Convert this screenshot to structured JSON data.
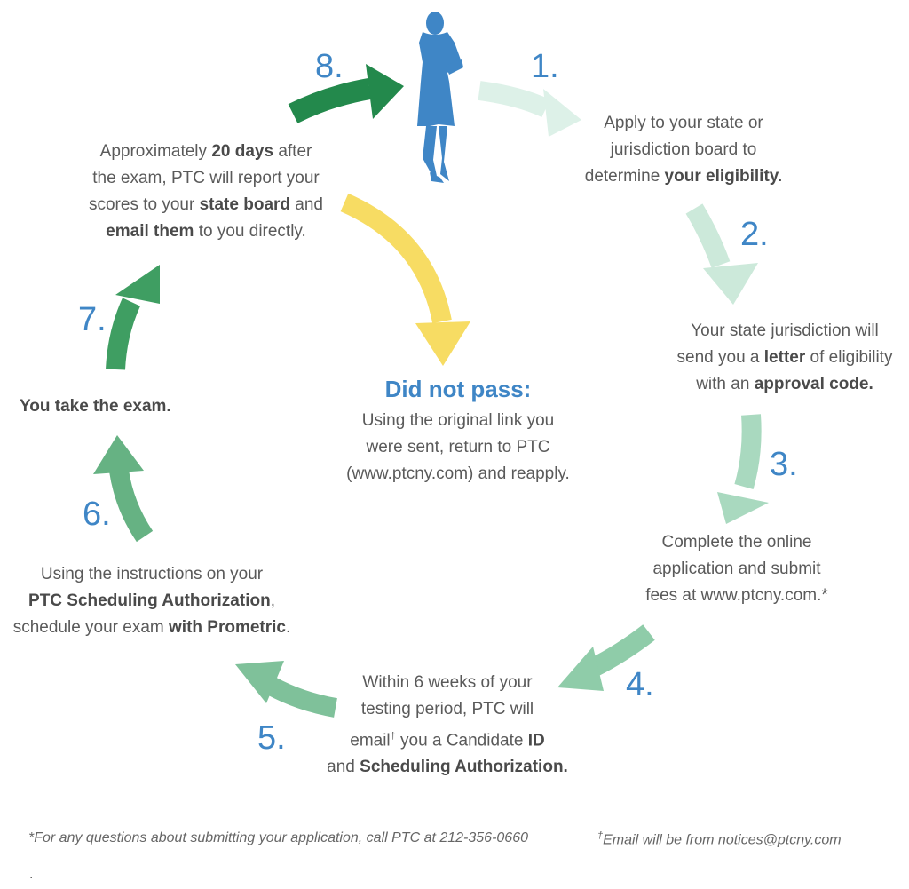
{
  "colors": {
    "accent": "#3f86c6",
    "arrow1": "#ddf1e8",
    "arrow2": "#cce9da",
    "arrow3": "#a9d9bf",
    "arrow4": "#8fcca9",
    "arrow5": "#7fc19a",
    "arrow6": "#66b283",
    "arrow7": "#3f9e62",
    "arrow8": "#23894c",
    "fail_arrow": "#f7dc63",
    "figure": "#3f86c6"
  },
  "icons": {
    "person": "businesswoman-silhouette-icon"
  },
  "steps": [
    {
      "num": "1.",
      "parts": [
        [
          "Apply to your state or",
          false
        ],
        [
          "\n",
          false
        ],
        [
          "jurisdiction board to",
          false
        ],
        [
          "\n",
          false
        ],
        [
          "determine ",
          false
        ],
        [
          "your eligibility.",
          true
        ]
      ]
    },
    {
      "num": "2.",
      "parts": [
        [
          "Your state jurisdiction will",
          false
        ],
        [
          "\n",
          false
        ],
        [
          "send you a ",
          false
        ],
        [
          "letter",
          true
        ],
        [
          " of eligibility",
          false
        ],
        [
          "\n",
          false
        ],
        [
          "with an ",
          false
        ],
        [
          "approval code.",
          true
        ]
      ]
    },
    {
      "num": "3.",
      "parts": [
        [
          "Complete the online",
          false
        ],
        [
          "\n",
          false
        ],
        [
          "application and submit",
          false
        ],
        [
          "\n",
          false
        ],
        [
          "fees at www.ptcny.com.*",
          false
        ]
      ]
    },
    {
      "num": "4.",
      "parts": [
        [
          "Within 6 weeks of your",
          false
        ],
        [
          "\n",
          false
        ],
        [
          "testing period, PTC will",
          false
        ],
        [
          "\n",
          false
        ],
        [
          "email",
          false
        ],
        [
          "†",
          "sup"
        ],
        [
          " you a Candidate ",
          false
        ],
        [
          "ID",
          true
        ],
        [
          "\n",
          false
        ],
        [
          "and ",
          false
        ],
        [
          "Scheduling Authorization.",
          true
        ]
      ]
    },
    {
      "num": "5.",
      "parts": []
    },
    {
      "num": "6.",
      "parts": [
        [
          "Using the instructions on your",
          false
        ],
        [
          "\n",
          false
        ],
        [
          "PTC Scheduling Authorization",
          true
        ],
        [
          ",",
          false
        ],
        [
          "\n",
          false
        ],
        [
          "schedule your exam ",
          false
        ],
        [
          "with Prometric",
          true
        ],
        [
          ".",
          false
        ]
      ]
    },
    {
      "num": "7.",
      "parts": [
        [
          "You take the exam.",
          true
        ]
      ]
    },
    {
      "num": "8.",
      "parts": [
        [
          "Approximately ",
          false
        ],
        [
          "20 days",
          true
        ],
        [
          " after",
          false
        ],
        [
          "\n",
          false
        ],
        [
          "the exam, PTC will report your",
          false
        ],
        [
          "\n",
          false
        ],
        [
          "scores to your ",
          false
        ],
        [
          "state board",
          true
        ],
        [
          " and",
          false
        ],
        [
          "\n",
          false
        ],
        [
          "email them",
          true
        ],
        [
          " to you directly.",
          false
        ]
      ]
    }
  ],
  "fail": {
    "title": "Did not pass:",
    "lines": [
      "Using the original link you",
      "were sent, return to PTC",
      "(www.ptcny.com) and reapply."
    ]
  },
  "footnotes": {
    "left": "*For any questions about submitting your application, call PTC at 212-356-0660",
    "dagger": "†",
    "right": "Email will be from notices@ptcny.com",
    "dot": "."
  }
}
